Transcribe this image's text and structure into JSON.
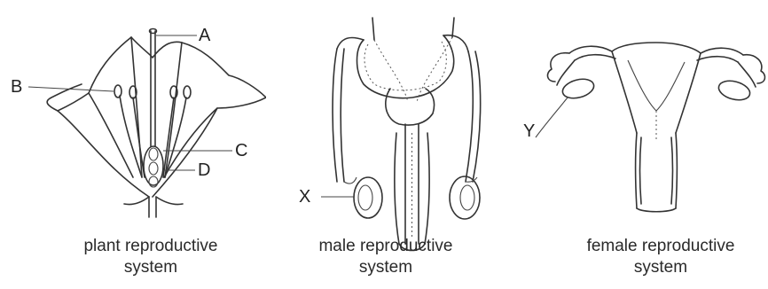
{
  "plant": {
    "caption_line1": "plant reproductive",
    "caption_line2": "system",
    "labels": {
      "a": "A",
      "b": "B",
      "c": "C",
      "d": "D"
    }
  },
  "male": {
    "caption_line1": "male reproductive",
    "caption_line2": "system",
    "labels": {
      "x": "X"
    }
  },
  "female": {
    "caption_line1": "female reproductive",
    "caption_line2": "system",
    "labels": {
      "y": "Y"
    }
  }
}
